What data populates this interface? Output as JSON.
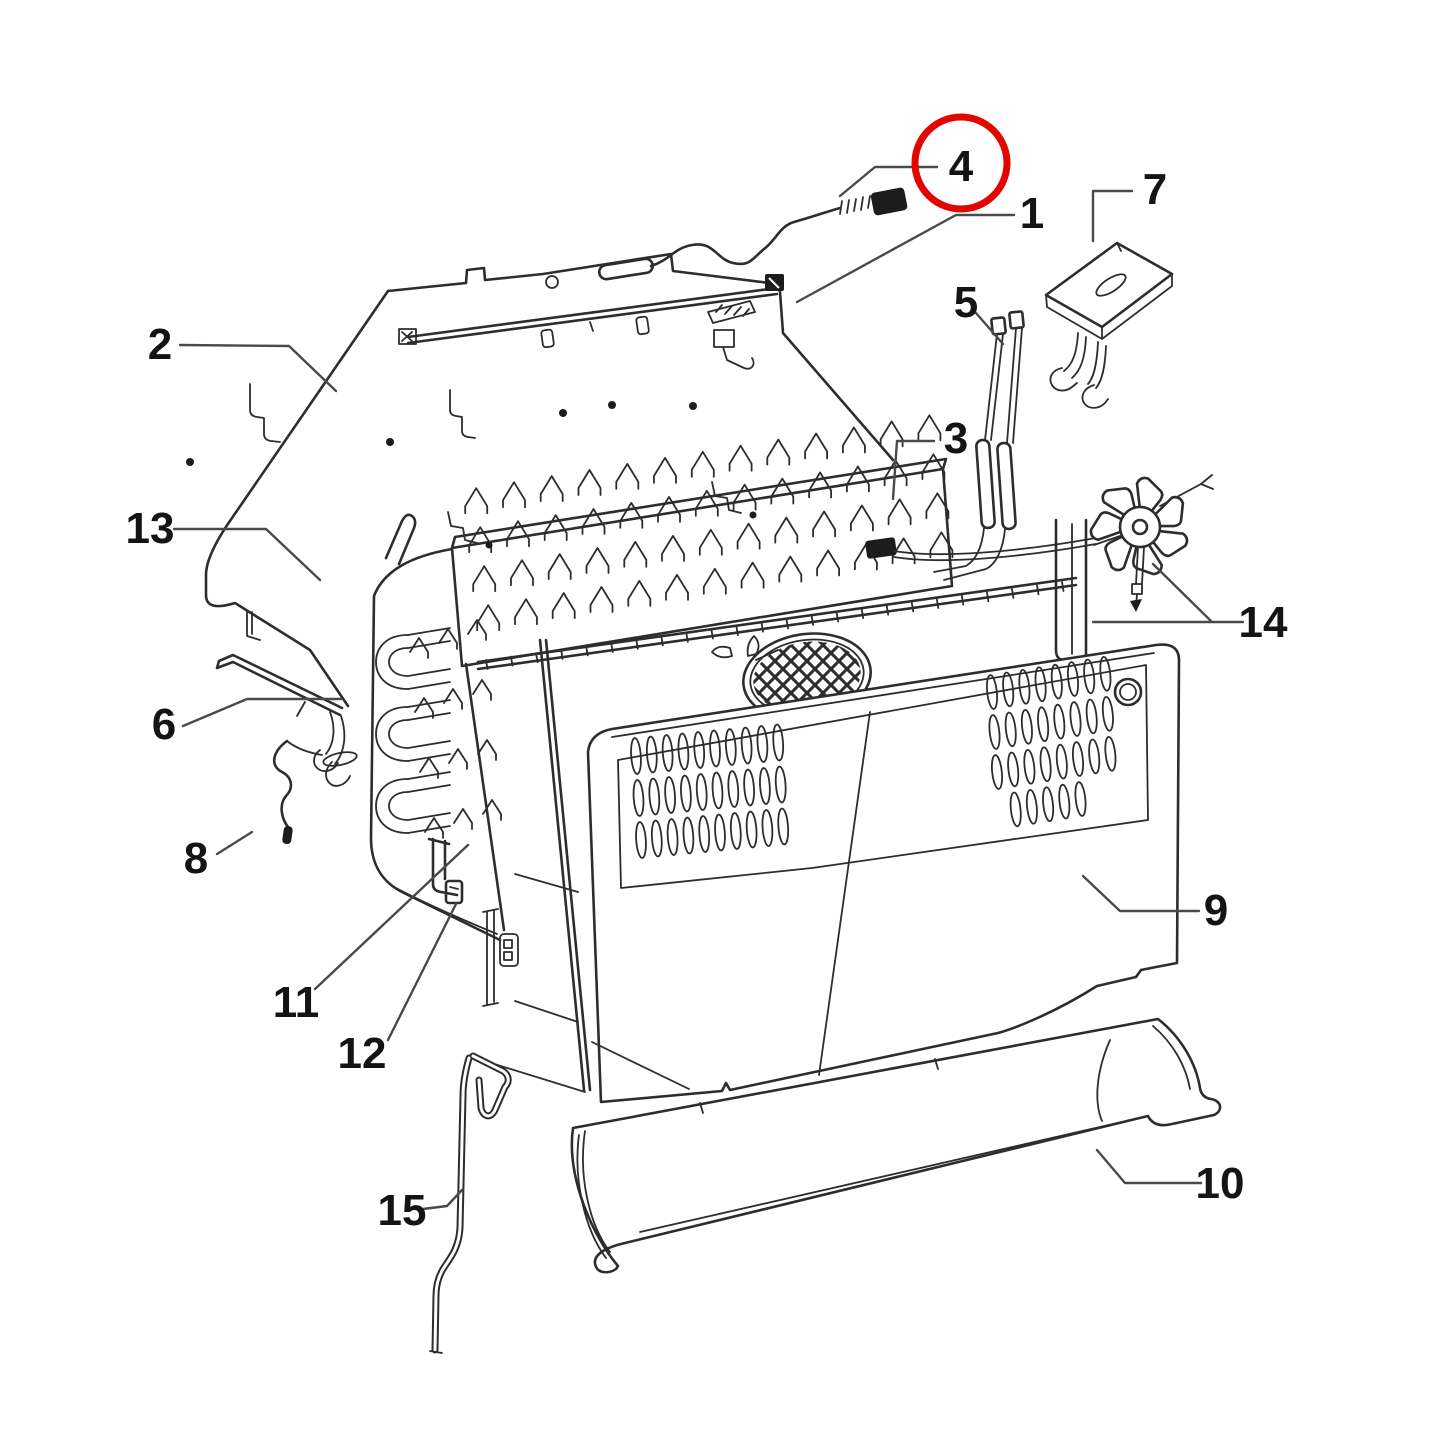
{
  "meta": {
    "type": "exploded-parts-diagram",
    "background": "#ffffff"
  },
  "colors": {
    "line": "#2d2d2d",
    "leader": "#4a4a4a",
    "label": "#141414",
    "highlight_ring": "#e10600"
  },
  "highlight": {
    "part_label": "4",
    "shape": "circle"
  },
  "callouts": [
    {
      "label": "1"
    },
    {
      "label": "2"
    },
    {
      "label": "3"
    },
    {
      "label": "4"
    },
    {
      "label": "5"
    },
    {
      "label": "6"
    },
    {
      "label": "7"
    },
    {
      "label": "8"
    },
    {
      "label": "9"
    },
    {
      "label": "10"
    },
    {
      "label": "11"
    },
    {
      "label": "12"
    },
    {
      "label": "13"
    },
    {
      "label": "14"
    },
    {
      "label": "15"
    }
  ]
}
